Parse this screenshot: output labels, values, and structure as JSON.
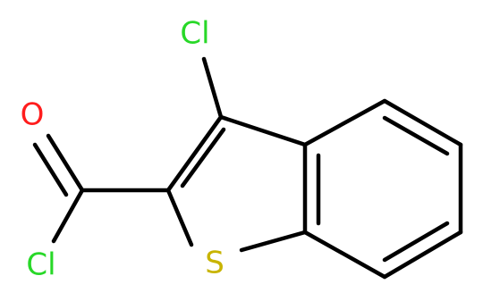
{
  "atoms": {
    "cl_top": {
      "symbol": "Cl",
      "color": "#28d828"
    },
    "oxygen": {
      "symbol": "O",
      "color": "#ff1d1d"
    },
    "cl_bottom": {
      "symbol": "Cl",
      "color": "#28d828"
    },
    "sulfur": {
      "symbol": "S",
      "color": "#c8b400"
    }
  }
}
